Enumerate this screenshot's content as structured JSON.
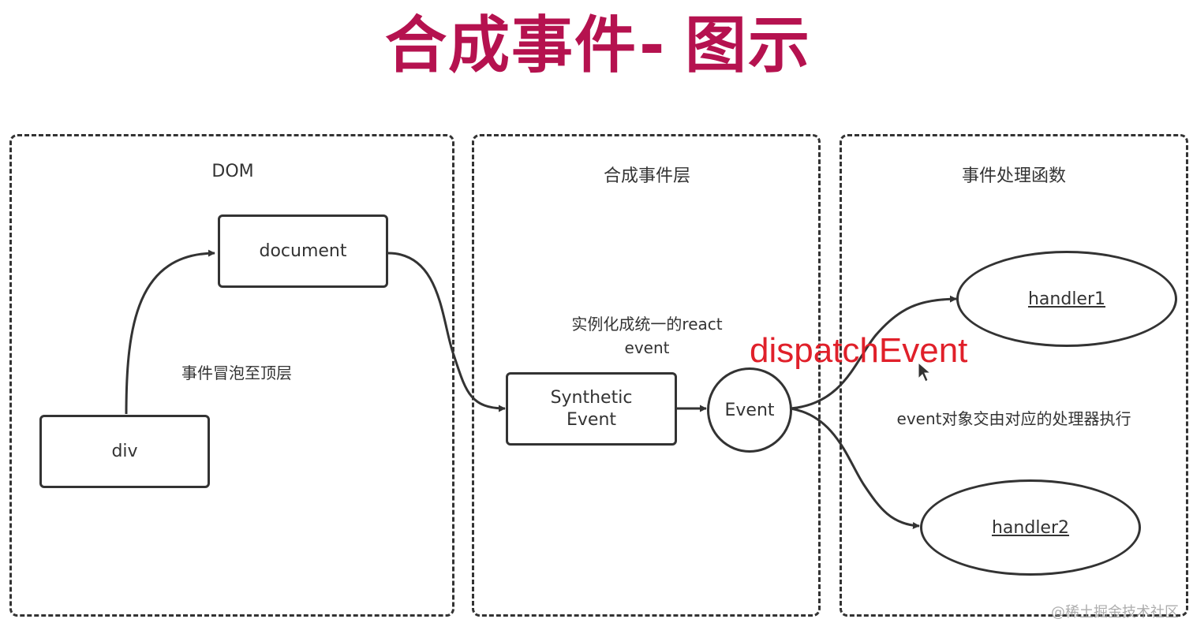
{
  "title": {
    "left": "合成事件",
    "dash": "-",
    "right": "图示"
  },
  "panels": {
    "dom": {
      "title": "DOM"
    },
    "synthetic_layer": {
      "title": "合成事件层"
    },
    "handlers": {
      "title": "事件处理函数"
    }
  },
  "nodes": {
    "document": "document",
    "div": "div",
    "synthetic_event_line1": "Synthetic",
    "synthetic_event_line2": "Event",
    "event": "Event",
    "handler1": "handler1",
    "handler2": "handler2"
  },
  "notes": {
    "bubble": "事件冒泡至顶层",
    "instantiate_line1": "实例化成统一的react",
    "instantiate_line2": "event",
    "dispatch": "dispatchEvent",
    "execute": "event对象交由对应的处理器执行"
  },
  "watermark": "@稀土掘金技术社区",
  "colors": {
    "title": "#b5124f",
    "dispatch": "#e0202a",
    "stroke": "#333333"
  }
}
